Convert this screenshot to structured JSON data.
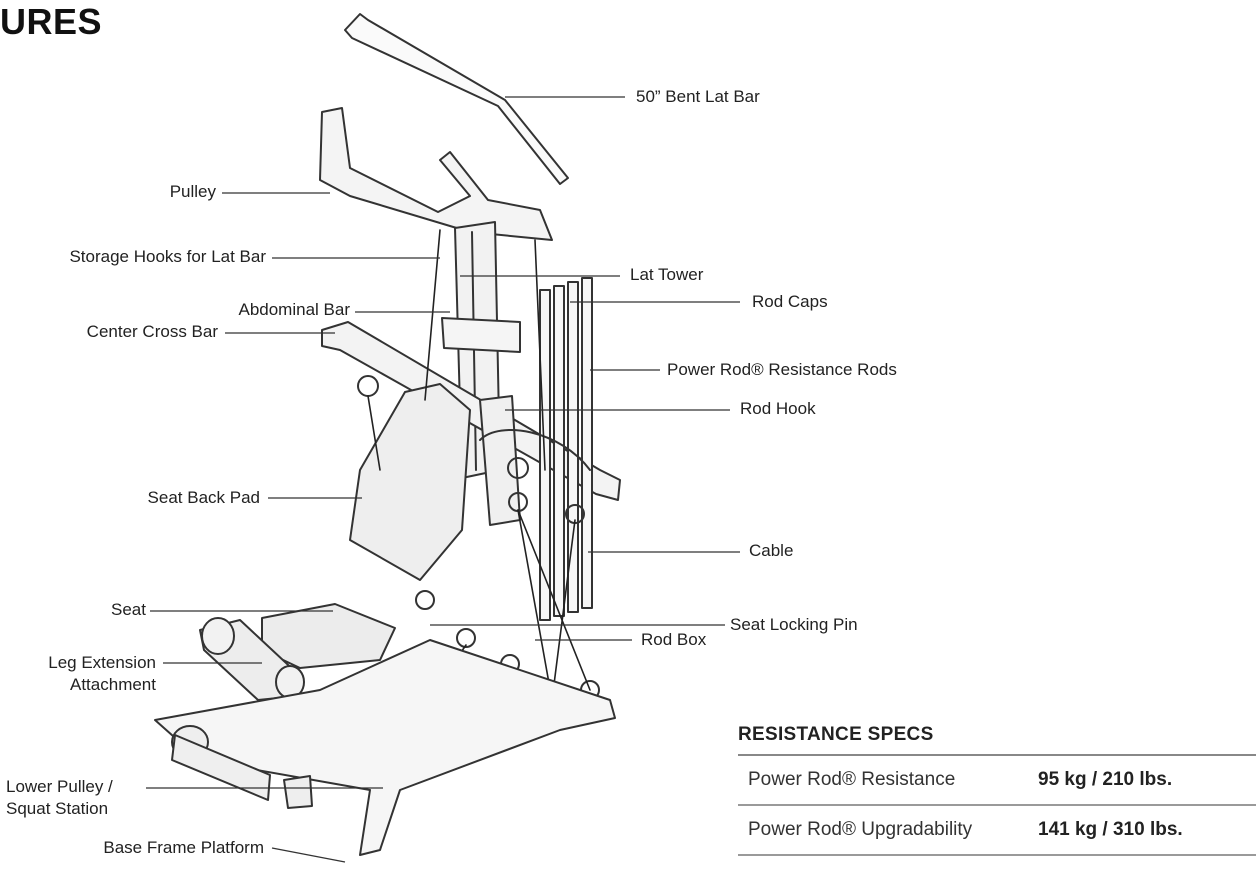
{
  "heading": "URES",
  "labels": [
    {
      "id": "lat-bar",
      "text": "50” Bent Lat Bar"
    },
    {
      "id": "pulley",
      "text": "Pulley"
    },
    {
      "id": "storage-hooks",
      "text": "Storage Hooks for Lat Bar"
    },
    {
      "id": "lat-tower",
      "text": "Lat Tower"
    },
    {
      "id": "rod-caps",
      "text": "Rod Caps"
    },
    {
      "id": "abdominal-bar",
      "text": "Abdominal Bar"
    },
    {
      "id": "center-cross-bar",
      "text": "Center Cross Bar"
    },
    {
      "id": "resistance-rods",
      "text": "Power Rod® Resistance Rods"
    },
    {
      "id": "rod-hook",
      "text": "Rod Hook"
    },
    {
      "id": "seat-back-pad",
      "text": "Seat Back Pad"
    },
    {
      "id": "cable",
      "text": "Cable"
    },
    {
      "id": "seat",
      "text": "Seat"
    },
    {
      "id": "seat-locking-pin",
      "text": "Seat Locking Pin"
    },
    {
      "id": "rod-box",
      "text": "Rod Box"
    },
    {
      "id": "leg-extension",
      "text": "Leg Extension Attachment"
    },
    {
      "id": "lower-pulley",
      "text": "Lower Pulley / Squat Station"
    },
    {
      "id": "base-frame",
      "text": "Base Frame Platform"
    }
  ],
  "specs": {
    "title": "RESISTANCE SPECS",
    "rows": [
      {
        "label": "Power Rod® Resistance",
        "value": "95 kg / 210 lbs."
      },
      {
        "label": "Power Rod® Upgradability",
        "value": "141 kg / 310 lbs."
      }
    ]
  }
}
